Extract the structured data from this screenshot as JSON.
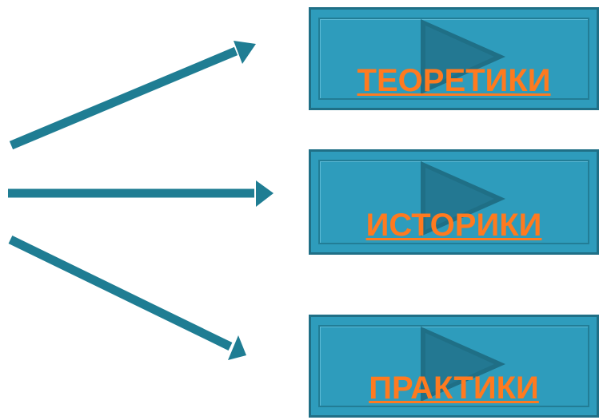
{
  "colors": {
    "arrow": "#1f7d93",
    "button_fill": "#2e9cbc",
    "button_border": "#1f6f86",
    "play_icon": "#1f6f86",
    "link_text": "#ff7a1f"
  },
  "icons": {
    "arrows": "arrow-icon",
    "buttons": "play-icon"
  },
  "buttons": [
    {
      "label": "ТЕОРЕТИКИ"
    },
    {
      "label": "ИСТОРИКИ"
    },
    {
      "label": "ПРАКТИКИ"
    }
  ]
}
